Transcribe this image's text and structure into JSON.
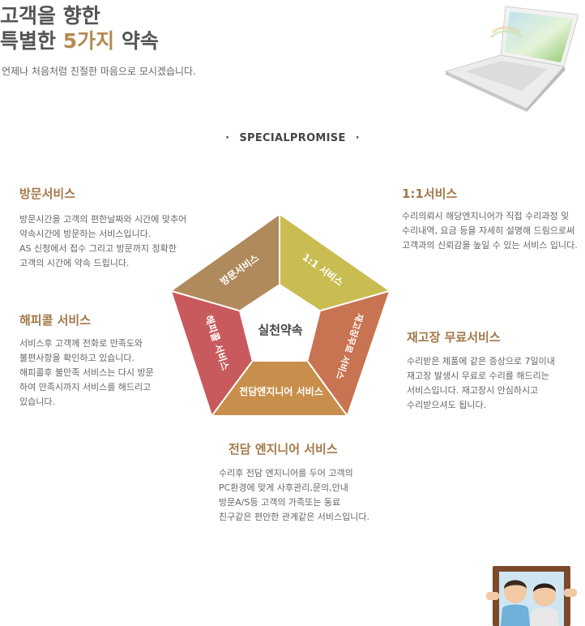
{
  "header": {
    "title_line1": "고객을 향한",
    "title_line2_prefix": "특별한 ",
    "title_line2_accent": "5가지",
    "title_line2_suffix": " 약속",
    "intro": "언제나 처음처럼 친절한 마음으로 모시겠습니다."
  },
  "special": {
    "label": "SPECIALPROMISE",
    "bullet": "·"
  },
  "sections": {
    "visit": {
      "title": "방문서비스",
      "body": "방문시간을 고객의 편한날짜와 시간에 맞추어\n약속시간에 방문하는 서비스입니다.\nAS 신청에서 접수 그리고 방문까지 정확한\n고객의 시간에 약속 드립니다."
    },
    "one": {
      "title": "1:1서비스",
      "body": "수리의뢰시 해당엔지니어가 직접 수리과정 및\n수리내역, 요금 등을 자세히 설명해 드림으로써\n고객과의 신뢰감을 높일 수 있는 서비스 입니다."
    },
    "happy": {
      "title": "해피콜 서비스",
      "body": "서비스후 고객께 전화로 만족도와\n불편사항을 확인하고 있습니다.\n해피콜후 불만족 서비스는 다시 방문\n하여 만족시까지 서비스를 해드리고\n있습니다."
    },
    "free": {
      "title": "재고장 무료서비스",
      "body": "수리받은 제품에 같은 증상으로 7일이내\n재고장 발생시 무료로 수리를 해드리는\n서비스입니다. 재고장시 안심하시고\n수리받으셔도 됩니다."
    },
    "engineer": {
      "title": "전담 엔지니어 서비스",
      "body": "수리후 전담 엔지니어를 두어 고객의\nPC환경에 맞게 사후관리,문의,안내\n방문A/S등 고객의 가족또는 동료\n친구같은 편안한 관계같은 서비스입니다."
    }
  },
  "pentagon": {
    "center": "실천약속",
    "seg_visit": "방문서비스",
    "seg_one": "1:1 서비스",
    "seg_free": "재고장무료 서비스",
    "seg_engineer": "전담엔지니어 서비스",
    "seg_happy": "해피콜 서비스",
    "colors": {
      "visit": "#b08a5c",
      "one": "#c9bd52",
      "free": "#c87351",
      "engineer": "#c88f4c",
      "happy": "#c85a5e"
    }
  }
}
